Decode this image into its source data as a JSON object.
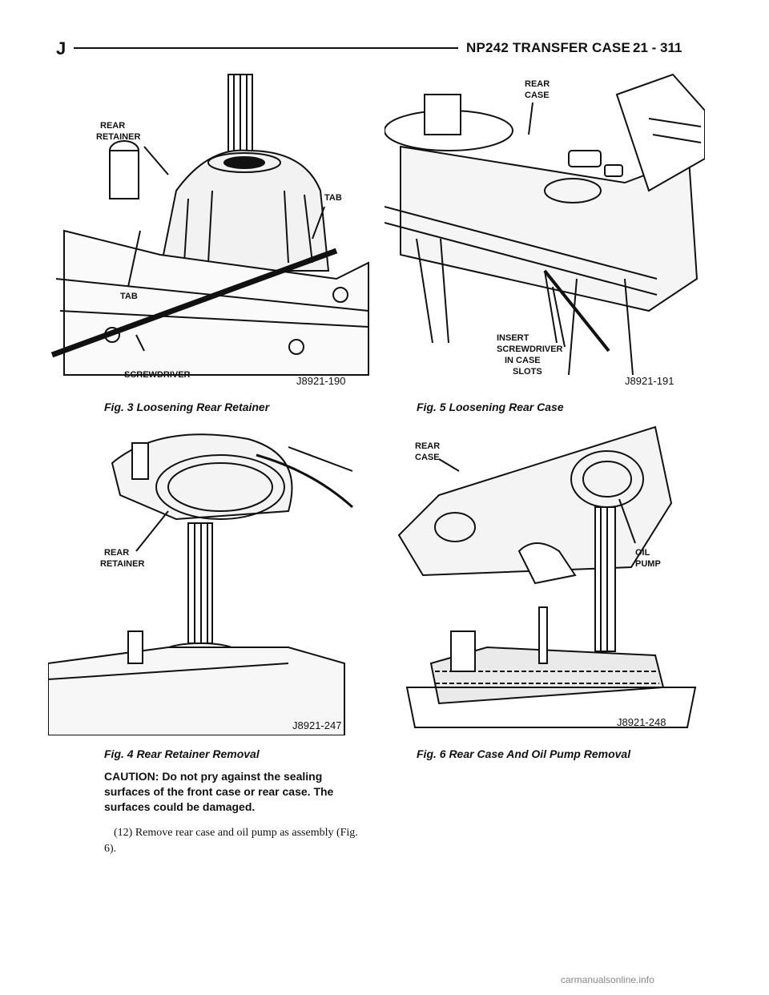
{
  "header": {
    "letter": "J",
    "title": "NP242 TRANSFER CASE",
    "page": "21 - 311"
  },
  "figures": [
    {
      "caption": "Fig. 3 Loosening Rear Retainer",
      "code": "J8921-190",
      "labels": [
        "REAR",
        "RETAINER",
        "TAB",
        "TAB",
        "SCREWDRIVER"
      ]
    },
    {
      "caption": "Fig. 5 Loosening Rear Case",
      "code": "J8921-191",
      "labels": [
        "REAR",
        "CASE",
        "INSERT",
        "SCREWDRIVER",
        "IN CASE",
        "SLOTS"
      ]
    },
    {
      "caption": "Fig. 4 Rear Retainer Removal",
      "code": "J8921-247",
      "labels": [
        "REAR",
        "RETAINER"
      ]
    },
    {
      "caption": "Fig. 6 Rear Case And Oil Pump Removal",
      "code": "J8921-248",
      "labels": [
        "REAR",
        "CASE",
        "OIL",
        "PUMP"
      ]
    }
  ],
  "body": {
    "caution": "CAUTION: Do not pry against the sealing surfaces of the front case or rear case. The surfaces could be damaged.",
    "step": "(12) Remove rear case and oil pump as assembly (Fig. 6)."
  },
  "watermark": "carmanualsonline.info"
}
